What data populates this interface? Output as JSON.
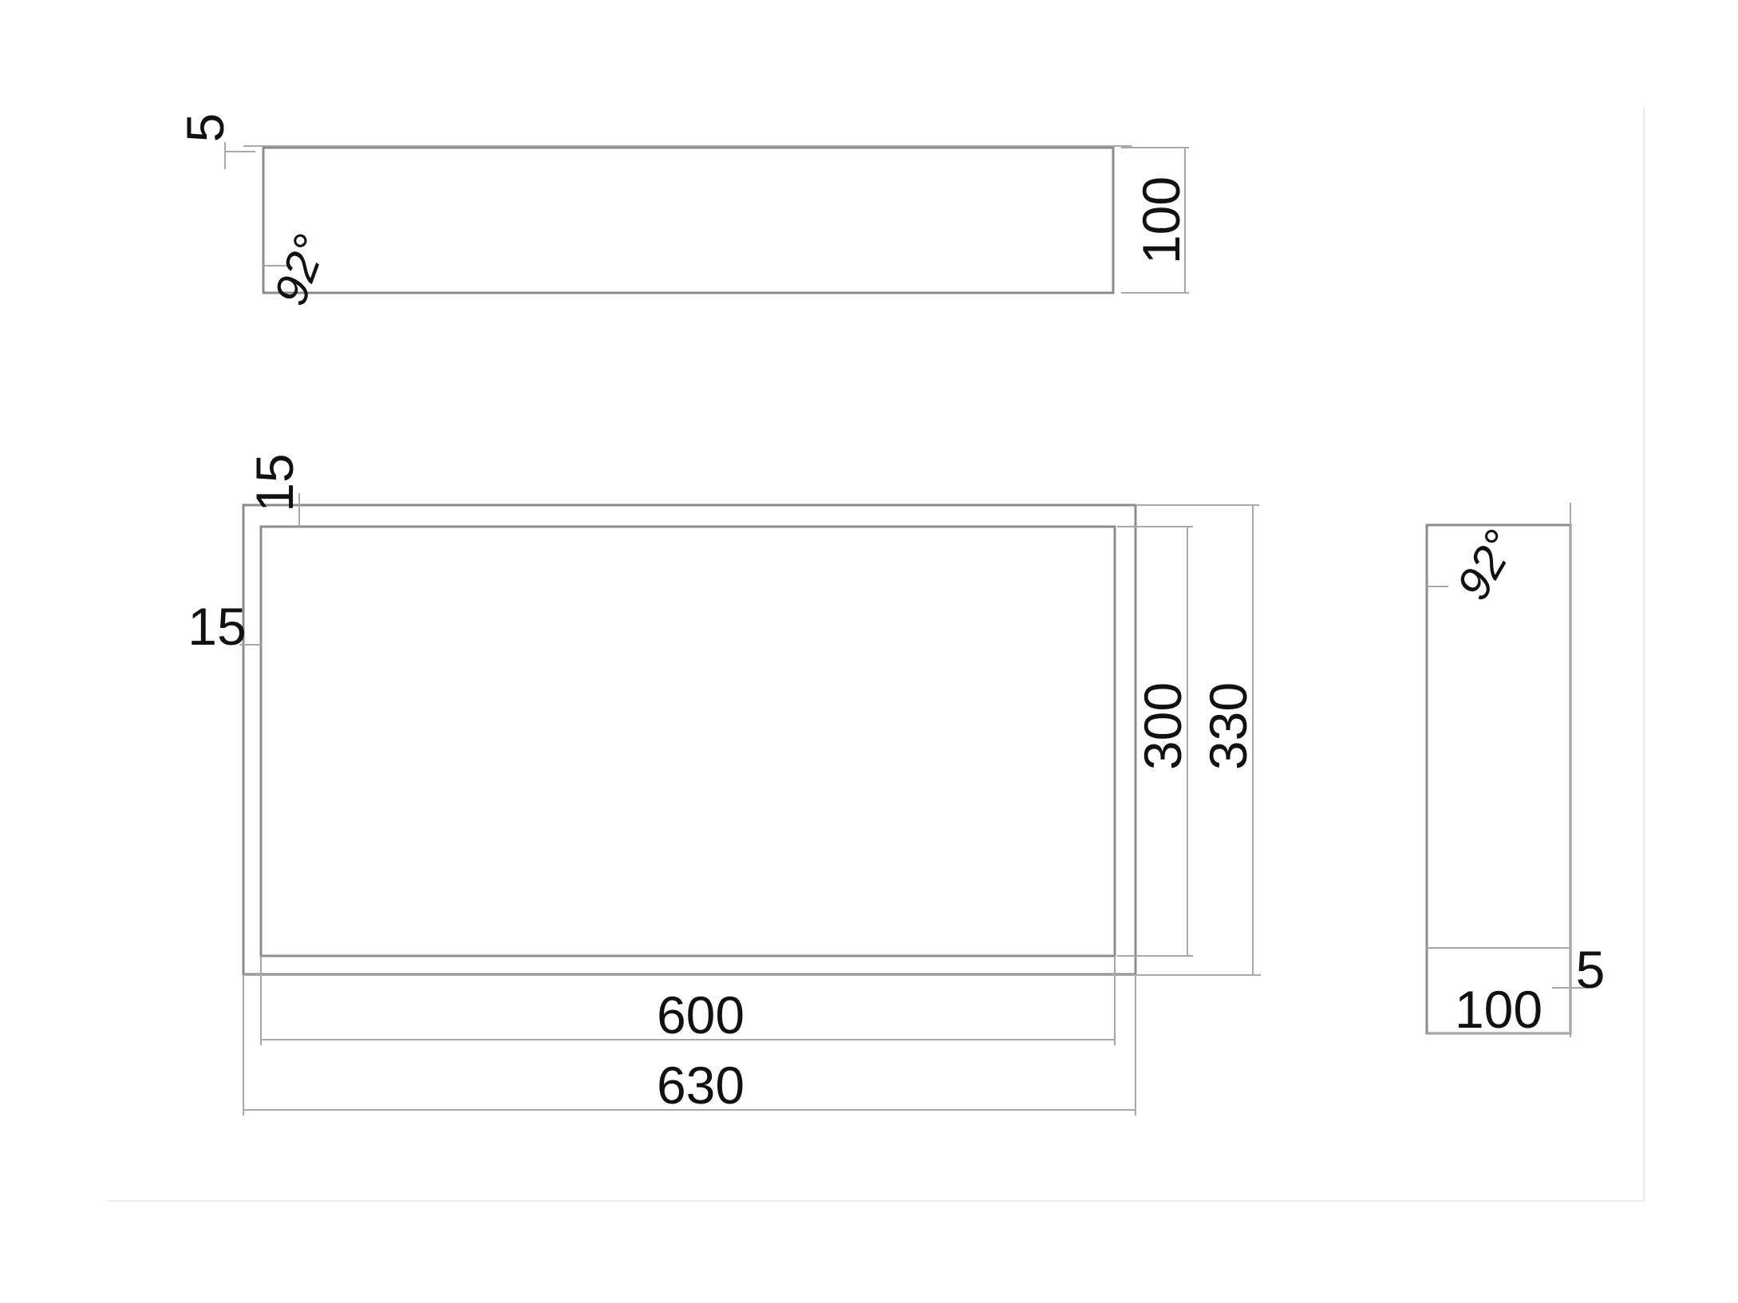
{
  "drawing": {
    "top_view": {
      "dim_thickness": "5",
      "dim_depth": "100",
      "angle": "92°"
    },
    "front_view": {
      "dim_top_border": "15",
      "dim_left_border": "15",
      "dim_inner_height": "300",
      "dim_outer_height": "330",
      "dim_inner_width": "600",
      "dim_outer_width": "630"
    },
    "side_view": {
      "angle": "92°",
      "dim_thickness": "5",
      "dim_depth": "100"
    }
  }
}
